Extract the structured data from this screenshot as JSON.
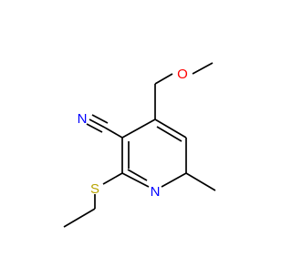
{
  "molecule": {
    "atoms": [
      {
        "id": "N_nitrile",
        "label": "N",
        "color": "#0000ff"
      },
      {
        "id": "O_ether",
        "label": "O",
        "color": "#ff0000"
      },
      {
        "id": "N_ring",
        "label": "N",
        "color": "#0000ff"
      },
      {
        "id": "S_thio",
        "label": "S",
        "color": "#b8a400"
      }
    ]
  }
}
